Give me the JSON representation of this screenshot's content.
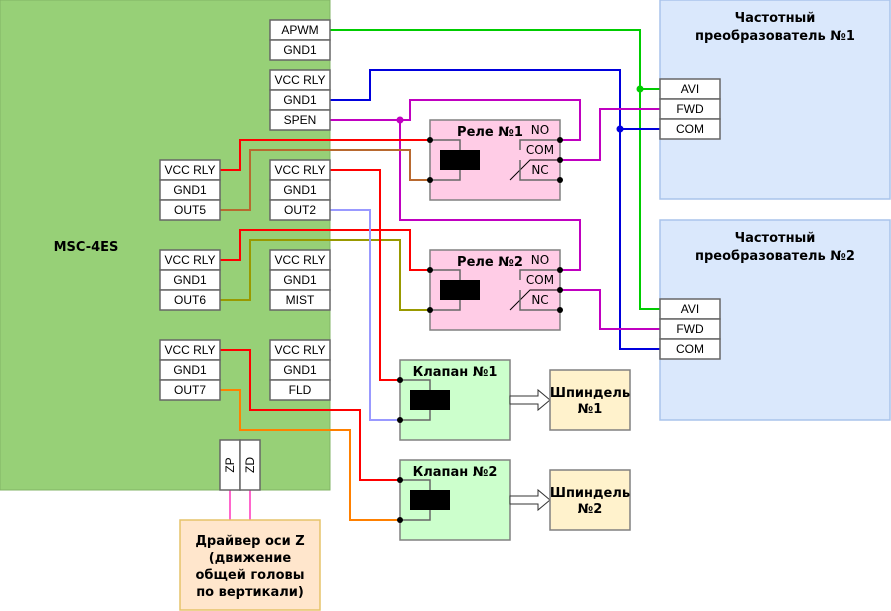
{
  "controller": {
    "label": "MSC-4ES",
    "terminal_groups": [
      {
        "id": "apwm",
        "pins": [
          "APWM",
          "GND1"
        ]
      },
      {
        "id": "spen",
        "pins": [
          "VCC RLY",
          "GND1",
          "SPEN"
        ]
      },
      {
        "id": "out5",
        "pins": [
          "VCC RLY",
          "GND1",
          "OUT5"
        ]
      },
      {
        "id": "out2",
        "pins": [
          "VCC RLY",
          "GND1",
          "OUT2"
        ]
      },
      {
        "id": "out6",
        "pins": [
          "VCC RLY",
          "GND1",
          "OUT6"
        ]
      },
      {
        "id": "mist",
        "pins": [
          "VCC RLY",
          "GND1",
          "MIST"
        ]
      },
      {
        "id": "out7",
        "pins": [
          "VCC RLY",
          "GND1",
          "OUT7"
        ]
      },
      {
        "id": "fld",
        "pins": [
          "VCC RLY",
          "GND1",
          "FLD"
        ]
      }
    ],
    "z_pins": [
      "ZP",
      "ZD"
    ]
  },
  "relays": [
    {
      "title": "Реле №1",
      "no": "NO",
      "com": "COM",
      "nc": "NC"
    },
    {
      "title": "Реле №2",
      "no": "NO",
      "com": "COM",
      "nc": "NC"
    }
  ],
  "vfds": [
    {
      "title_line1": "Частотный",
      "title_line2": "преобразователь №1",
      "pins": [
        "AVI",
        "FWD",
        "COM"
      ]
    },
    {
      "title_line1": "Частотный",
      "title_line2": "преобразователь №2",
      "pins": [
        "AVI",
        "FWD",
        "COM"
      ]
    }
  ],
  "valves": [
    {
      "title": "Клапан №1"
    },
    {
      "title": "Клапан №2"
    }
  ],
  "spindles": [
    {
      "line1": "Шпиндель",
      "line2": "№1"
    },
    {
      "line1": "Шпиндель",
      "line2": "№2"
    }
  ],
  "z_driver": {
    "lines": [
      "Драйвер оси Z",
      "(движение",
      "общей головы",
      "по вертикали)"
    ]
  },
  "wire_colors": {
    "apwm": "#00cc00",
    "gnd_com": "#0000dd",
    "spen_fwd": "#c000c0",
    "vcc": "#ff0000",
    "out5": "#b8692f",
    "out6": "#999900",
    "out2": "#9999ff",
    "out7": "#ff8000",
    "z": "#ff66cc"
  },
  "fill_colors": {
    "controller": "#97d077",
    "relay": "#ffccE6",
    "vfd": "#dae8fc",
    "valve": "#ccffcc",
    "spindle": "#fff2cc",
    "driver": "#ffe6cc"
  }
}
